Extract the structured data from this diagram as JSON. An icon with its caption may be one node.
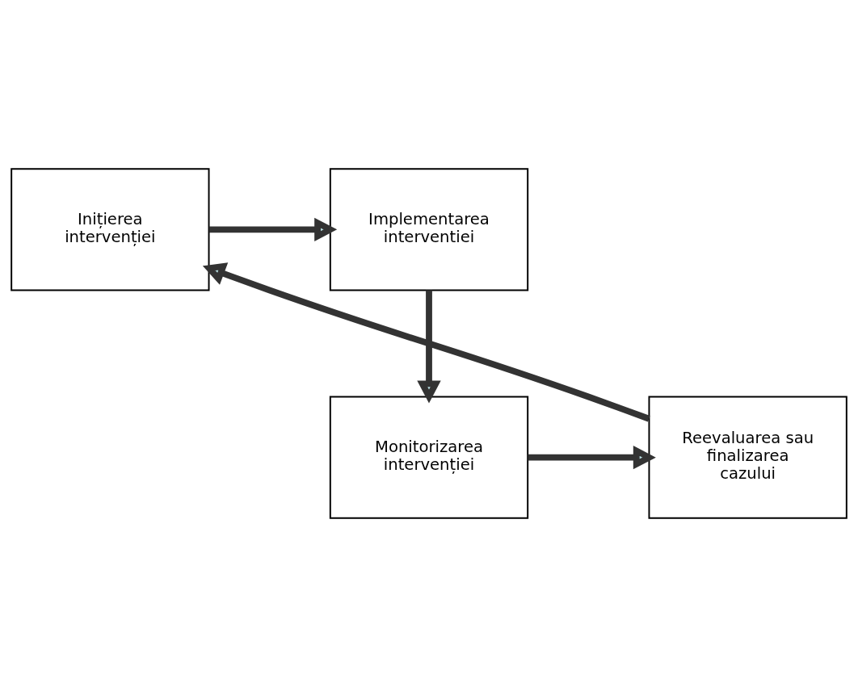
{
  "diagram": {
    "nodes": [
      {
        "text": [
          "Inițierea intervenției"
        ]
      },
      {
        "text": [
          "Implementarea interventiei"
        ]
      },
      {
        "text": [
          "Monitorizarea intervenției"
        ]
      },
      {
        "text": [
          "Reevaluarea sau finalizarea cazului"
        ]
      }
    ],
    "edges": [
      {
        "from": 0,
        "to": 1,
        "arrow": "to"
      },
      {
        "from": 1,
        "to": 2,
        "arrow": "to"
      },
      {
        "from": 2,
        "to": 3,
        "arrow": "to"
      },
      {
        "from": 3,
        "to": 0,
        "arrow": "to"
      }
    ]
  }
}
